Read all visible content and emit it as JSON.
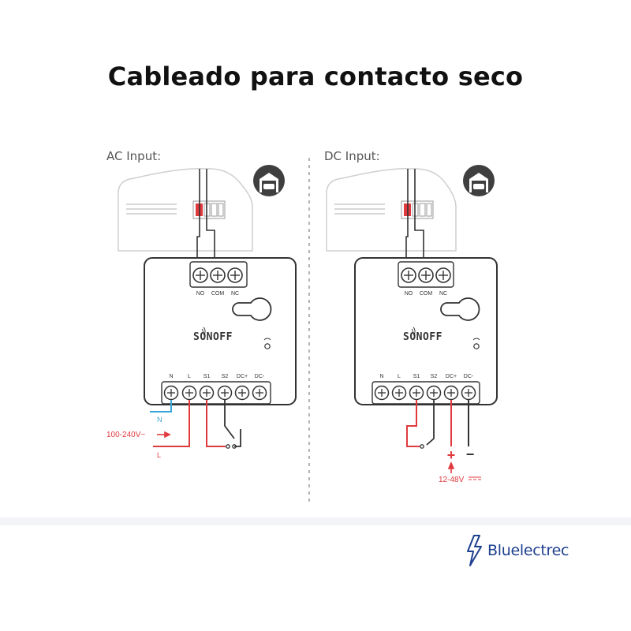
{
  "title": "Cableado para contacto seco",
  "ac": {
    "heading": "AC Input:",
    "relay_labels": [
      "NO",
      "COM",
      "NC"
    ],
    "bottom_labels": [
      "N",
      "L",
      "S1",
      "S2",
      "DC+",
      "DC-"
    ],
    "brand": "SONOFF",
    "wire_n": "N",
    "wire_l": "L",
    "voltage": "100-240V~"
  },
  "dc": {
    "heading": "DC Input:",
    "relay_labels": [
      "NO",
      "COM",
      "NC"
    ],
    "bottom_labels": [
      "N",
      "L",
      "S1",
      "S2",
      "DC+",
      "DC-"
    ],
    "brand": "SONOFF",
    "plus": "+",
    "minus": "−",
    "voltage": "12-48V"
  },
  "footer": {
    "brand": "Bluelectrec"
  },
  "colors": {
    "red": "#e03a3e",
    "blue": "#3aa6d8",
    "outline": "#3a3a3a",
    "faint": "#cfcfcf",
    "brand": "#1d3f8f"
  },
  "icons": [
    "garage-icon",
    "wifi-icon",
    "lightning-icon"
  ]
}
